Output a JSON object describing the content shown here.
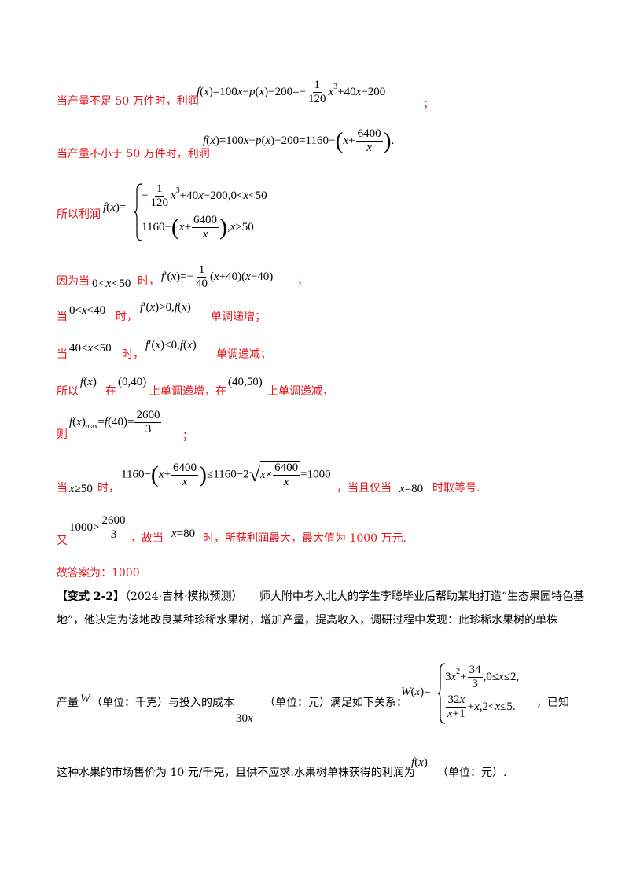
{
  "lines": {
    "l1_text": "当产量不足 50 万件时，利润",
    "l1_end": "；",
    "l2_text": "当产量不小于 50 万件时，利润",
    "l3_text": "所以利润",
    "l4_a": "因为当",
    "l4_b": "时，",
    "l4_end": "，",
    "l5_a": "当",
    "l5_b": "时，",
    "l5_c": "单调递增；",
    "l6_a": "当",
    "l6_b": "时，",
    "l6_c": "单调递减；",
    "l7_a": "所以",
    "l7_b": "在",
    "l7_c": "上单调递增，在",
    "l7_d": "上单调递减，",
    "l8_a": "则",
    "l8_end": "；",
    "l9_a": "当",
    "l9_b": "时，",
    "l9_c": "，当且仅当",
    "l9_d": "时取等号.",
    "l10_a": "又",
    "l10_b": "，故当",
    "l10_c": "时，所获利润最大，最大值为 1000 万元.",
    "answer": "故答案为：1000"
  },
  "problem": {
    "tag": "【变式 2-2】",
    "source": "（2024·吉林·模拟预测）",
    "text1": "师大附中考入北大的学生李聪毕业后帮助某地打造“生态果园特色基",
    "text2": "地”，他决定为该地改良某种珍稀水果树，增加产量，提高收入，调研过程中发现：此珍稀水果树的单株",
    "text3a": "产量",
    "text3b": "（单位：千克）与投入的成本",
    "text3c": "（单位：元）满足如下关系：",
    "text3d": "，已知",
    "text4a": "这种水果的市场售价为 10 元/千克，且供不应求.水果树单株获得的利润为",
    "text4b": "（单位：元）."
  }
}
